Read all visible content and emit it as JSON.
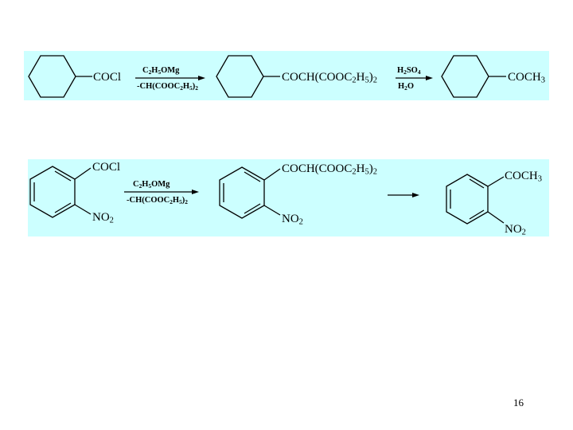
{
  "scheme_1": {
    "start_group": "COCl",
    "reagent_above": {
      "a": "C",
      "b": "2",
      "c": "H",
      "d": "5",
      "e": "OMg"
    },
    "reagent_below": {
      "a": "-CH(COOC",
      "b": "2",
      "c": "H",
      "d": "5",
      "e": ")",
      "f": "2"
    },
    "intermediate_group": {
      "a": "COCH(COOC",
      "b": "2",
      "c": "H",
      "d": "5",
      "e": ")",
      "f": "2"
    },
    "reagent2_above": {
      "a": "H",
      "b": "2",
      "c": "SO",
      "d": "4"
    },
    "reagent2_below": {
      "a": "H",
      "b": "2",
      "c": "O"
    },
    "product_group": {
      "a": "COCH",
      "b": "3"
    }
  },
  "scheme_2": {
    "start_group_top": "COCl",
    "start_group_bottom": {
      "a": "NO",
      "b": "2"
    },
    "reagent_above": {
      "a": "C",
      "b": "2",
      "c": "H",
      "d": "5",
      "e": "OMg"
    },
    "reagent_below": {
      "a": "-CH(COOC",
      "b": "2",
      "c": "H",
      "d": "5",
      "e": ")",
      "f": "2"
    },
    "intermediate_group_top": {
      "a": "COCH(COOC",
      "b": "2",
      "c": "H",
      "d": "5",
      "e": ")",
      "f": "2"
    },
    "intermediate_group_bottom": {
      "a": "NO",
      "b": "2"
    },
    "product_group_top": {
      "a": "COCH",
      "b": "3"
    },
    "product_group_bottom": {
      "a": "NO",
      "b": "2"
    }
  },
  "page_number": "16",
  "colors": {
    "panel_background": "#ccffff",
    "ink": "#000000"
  }
}
